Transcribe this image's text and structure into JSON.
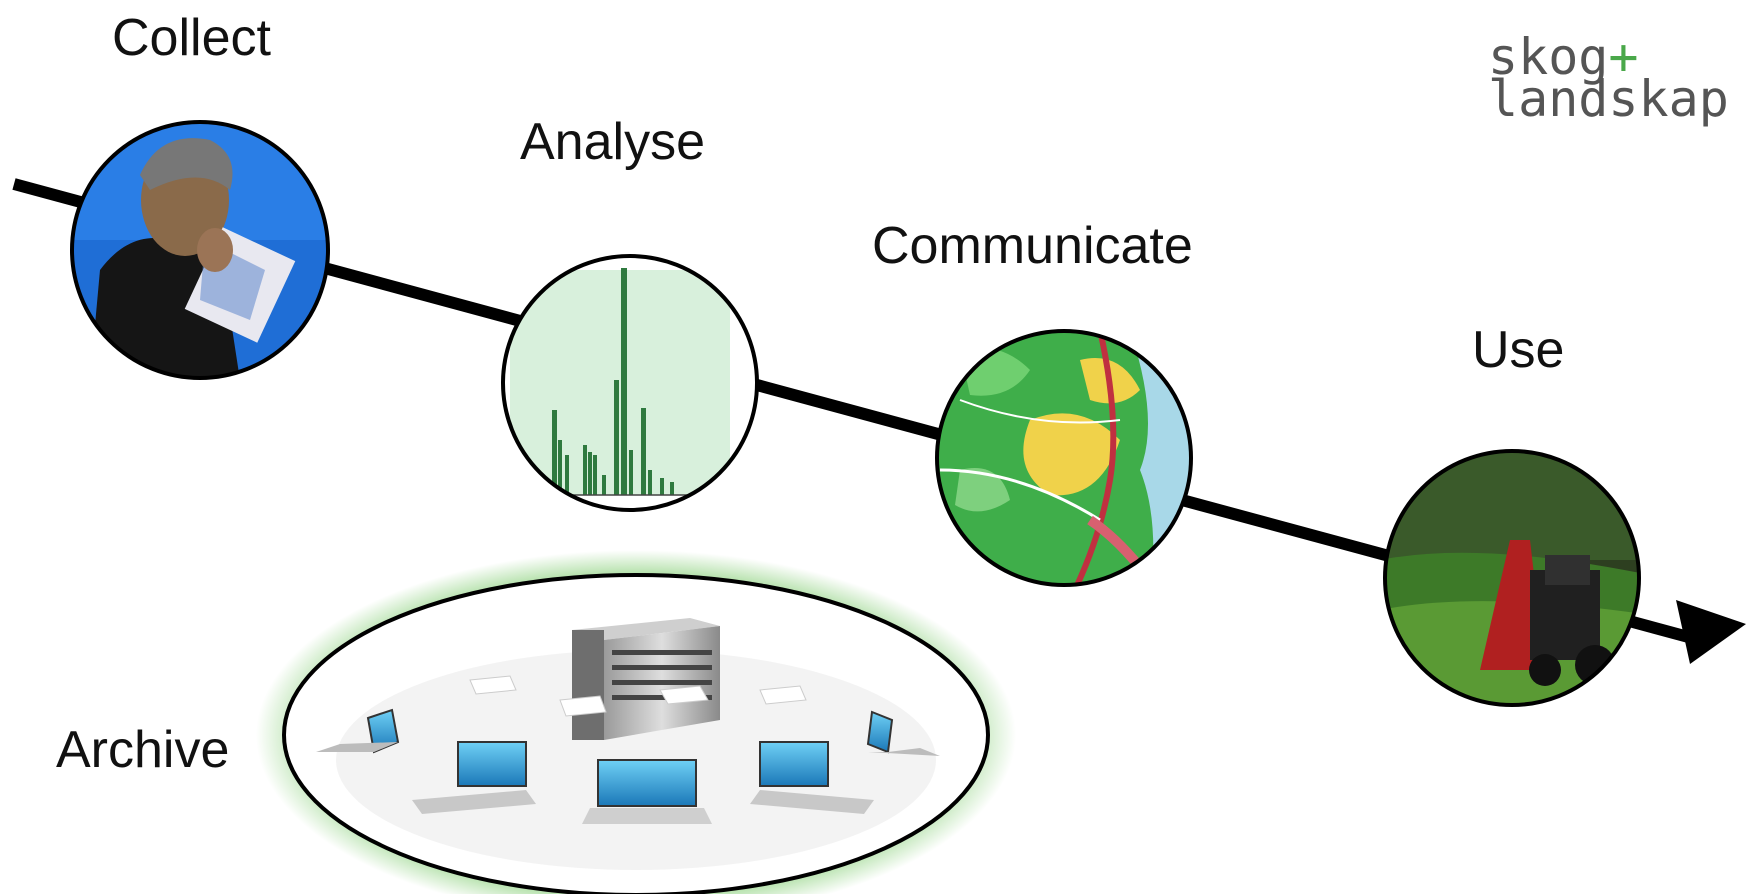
{
  "stages": {
    "collect": "Collect",
    "analyse": "Analyse",
    "communicate": "Communicate",
    "use": "Use",
    "archive": "Archive"
  },
  "logo": {
    "line1": "skog",
    "plus": "+",
    "line2": "landskap"
  },
  "colors": {
    "arrow": "#000000",
    "text": "#111111",
    "archive_glow": "#b9e3b0",
    "sky": "#1f6ed6",
    "chart_bg": "#d8f0dc",
    "chart_bars": "#2f7a3f",
    "map_green": "#3fae4a",
    "map_yellow": "#f0d24a",
    "field_green": "#3d7a28",
    "laptop_screen": "#2aa0d8"
  },
  "icons": {
    "collect": "photo-person-with-map-icon",
    "analyse": "bar-chart-icon",
    "communicate": "map-icon",
    "use": "tractor-in-field-icon",
    "archive": "server-with-laptops-icon",
    "flow": "arrow-right-icon"
  }
}
